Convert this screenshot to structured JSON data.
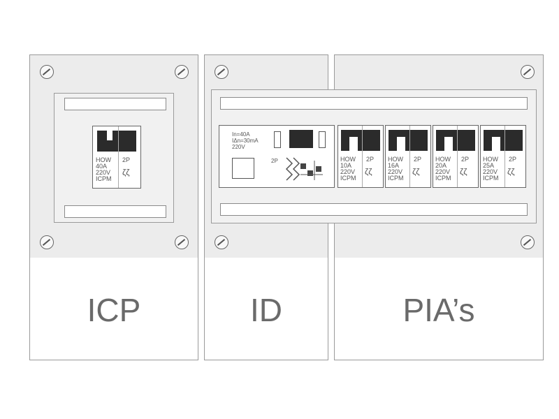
{
  "panels": {
    "icp": {
      "caption": "ICP",
      "breaker": {
        "brand": "HOW",
        "rating": "40A",
        "voltage": "220V",
        "type": "ICPM",
        "poles": "2P"
      }
    },
    "id": {
      "caption": "ID",
      "rating_line1": "In=40A",
      "rating_line2": "IΔn=30mA",
      "rating_line3": "220V",
      "poles": "2P"
    },
    "pias": {
      "caption": "PIA’s",
      "breakers": [
        {
          "brand": "HOW",
          "rating": "10A",
          "voltage": "220V",
          "type": "ICPM",
          "poles": "2P"
        },
        {
          "brand": "HOW",
          "rating": "16A",
          "voltage": "220V",
          "type": "ICPM",
          "poles": "2P"
        },
        {
          "brand": "HOW",
          "rating": "20A",
          "voltage": "220V",
          "type": "ICPM",
          "poles": "2P"
        },
        {
          "brand": "HOW",
          "rating": "25A",
          "voltage": "220V",
          "type": "ICPM",
          "poles": "2P"
        }
      ]
    }
  }
}
